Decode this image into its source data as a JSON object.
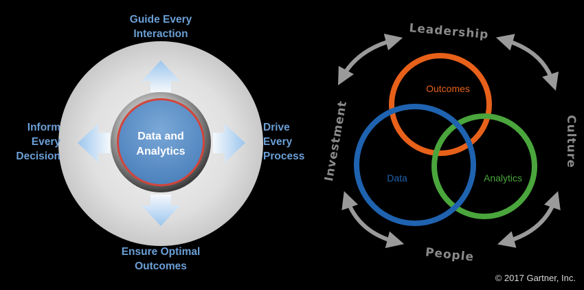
{
  "left_diagram": {
    "center_line1": "Data and",
    "center_line2": "Analytics",
    "top_line1": "Guide Every",
    "top_line2": "Interaction",
    "right_line1": "Drive",
    "right_line2": "Every",
    "right_line3": "Process",
    "left_line1": "Inform",
    "left_line2": "Every",
    "left_line3": "Decision",
    "bottom_line1": "Ensure Optimal",
    "bottom_line2": "Outcomes"
  },
  "right_diagram": {
    "rings": {
      "outcomes": "Outcomes",
      "data": "Data",
      "analytics": "Analytics"
    },
    "sides": {
      "top": "Leadership",
      "right": "Culture",
      "bottom": "People",
      "left": "Investment"
    }
  },
  "copyright": "© 2017 Gartner, Inc.",
  "colors": {
    "label_blue": "#6b9fd6",
    "outcomes_ring": "#e8611a",
    "data_ring": "#1f63b0",
    "analytics_ring": "#4aa63c",
    "side_text_gray": "#8a8a8a",
    "center_fill": "#5a8fc8",
    "center_rim": "#d2453a"
  }
}
